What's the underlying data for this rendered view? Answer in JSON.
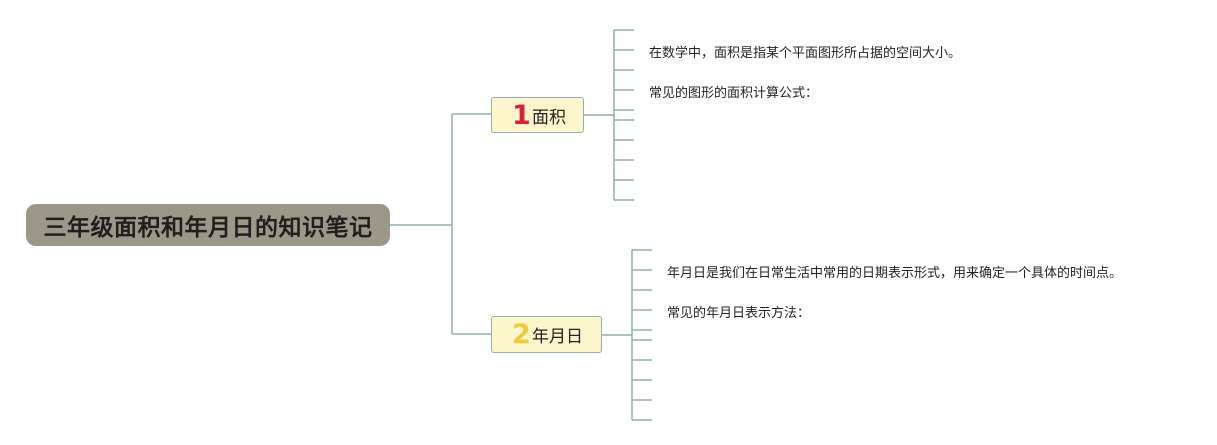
{
  "root": {
    "title": "三年级面积和年月日的知识笔记"
  },
  "branches": [
    {
      "number": "1",
      "label": "面积",
      "accent_color": "#d9213b",
      "notes": [
        "在数学中，面积是指某个平面图形所占据的空间大小。",
        "常见的图形的面积计算公式："
      ]
    },
    {
      "number": "2",
      "label": "年月日",
      "accent_color": "#f3c93e",
      "notes": [
        "年月日是我们在日常生活中常用的日期表示形式，用来确定一个具体的时间点。",
        "常见的年月日表示方法："
      ]
    }
  ],
  "colors": {
    "root_fill": "#9b988a",
    "branch_fill": "#fdf5cc",
    "connector": "#8fb1a7"
  }
}
